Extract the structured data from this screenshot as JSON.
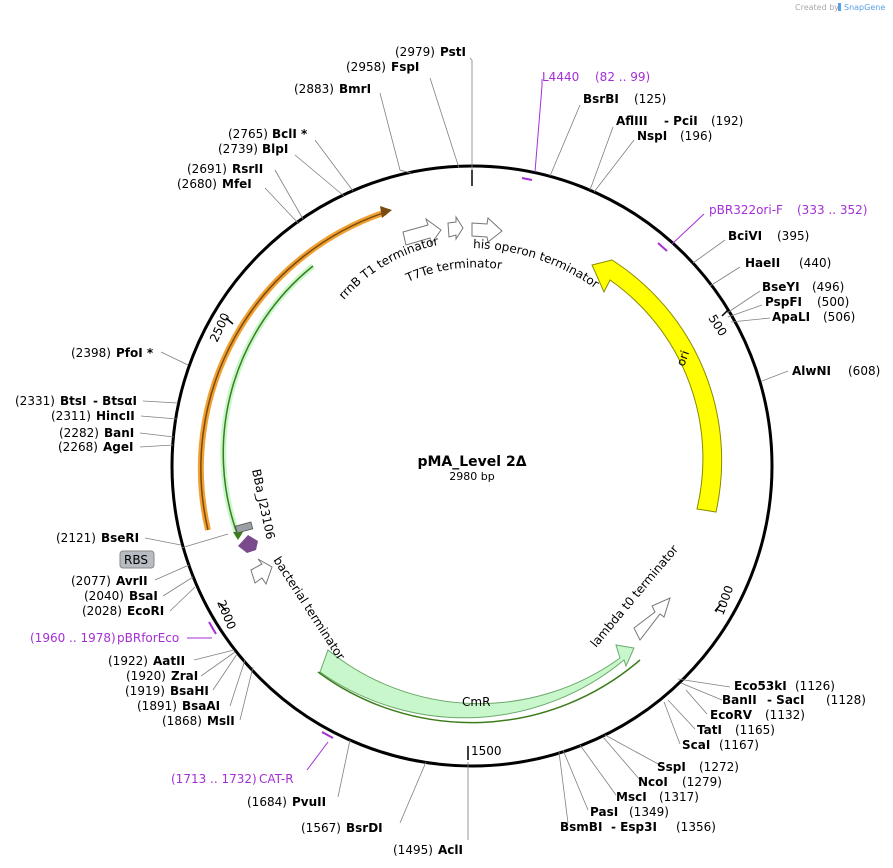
{
  "credit": {
    "prefix": "Created by",
    "brand": "SnapGene"
  },
  "plasmid": {
    "name": "pMA_Level 2Δ",
    "length_label": "2980 bp"
  },
  "ticks": [
    {
      "label": "500"
    },
    {
      "label": "1000"
    },
    {
      "label": "1500"
    },
    {
      "label": "2000"
    },
    {
      "label": "2500"
    }
  ],
  "features": {
    "ori": "ori",
    "cmr": "CmR",
    "rrnb": "rrnB T1 terminator",
    "t7te": "T7Te terminator",
    "his": "his operon terminator",
    "lambda": "lambda t0 terminator",
    "bact": "bacterial terminator",
    "bba": "BBa_J23106",
    "rbs": "RBS"
  },
  "primers": [
    {
      "name": "L4440",
      "range": "(82 .. 99)"
    },
    {
      "name": "pBR322ori-F",
      "range": "(333 .. 352)"
    },
    {
      "name": "pBRforEco",
      "range": "(1960 .. 1978)"
    },
    {
      "name": "CAT-R",
      "range": "(1713 .. 1732)"
    }
  ],
  "enzymes": [
    {
      "name": "PstI",
      "pos": "(2979)"
    },
    {
      "name": "FspI",
      "pos": "(2958)"
    },
    {
      "name": "BmrI",
      "pos": "(2883)"
    },
    {
      "name": "BclI *",
      "pos": "(2765)"
    },
    {
      "name": "BlpI",
      "pos": "(2739)"
    },
    {
      "name": "RsrII",
      "pos": "(2691)"
    },
    {
      "name": "MfeI",
      "pos": "(2680)"
    },
    {
      "name": "BsrBI",
      "pos": "(125)"
    },
    {
      "name": "AflIII",
      "name2": "PciI",
      "pos": "(192)"
    },
    {
      "name": "NspI",
      "pos": "(196)"
    },
    {
      "name": "BciVI",
      "pos": "(395)"
    },
    {
      "name": "HaeII",
      "pos": "(440)"
    },
    {
      "name": "BseYI",
      "pos": "(496)"
    },
    {
      "name": "PspFI",
      "pos": "(500)"
    },
    {
      "name": "ApaLI",
      "pos": "(506)"
    },
    {
      "name": "AlwNI",
      "pos": "(608)"
    },
    {
      "name": "PfoI *",
      "pos": "(2398)"
    },
    {
      "name": "BtsI",
      "name2": "BtsαI",
      "pos": "(2331)"
    },
    {
      "name": "HincII",
      "pos": "(2311)"
    },
    {
      "name": "BanI",
      "pos": "(2282)"
    },
    {
      "name": "AgeI",
      "pos": "(2268)"
    },
    {
      "name": "BseRI",
      "pos": "(2121)"
    },
    {
      "name": "AvrII",
      "pos": "(2077)"
    },
    {
      "name": "BsaI",
      "pos": "(2040)"
    },
    {
      "name": "EcoRI",
      "pos": "(2028)"
    },
    {
      "name": "AatII",
      "pos": "(1922)"
    },
    {
      "name": "ZraI",
      "pos": "(1920)"
    },
    {
      "name": "BsaHI",
      "pos": "(1919)"
    },
    {
      "name": "BsaAI",
      "pos": "(1891)"
    },
    {
      "name": "MslI",
      "pos": "(1868)"
    },
    {
      "name": "PvuII",
      "pos": "(1684)"
    },
    {
      "name": "BsrDI",
      "pos": "(1567)"
    },
    {
      "name": "AclI",
      "pos": "(1495)"
    },
    {
      "name": "Eco53kI",
      "pos": "(1126)"
    },
    {
      "name": "BanII",
      "name2": "SacI",
      "pos": "(1128)"
    },
    {
      "name": "EcoRV",
      "pos": "(1132)"
    },
    {
      "name": "TatI",
      "pos": "(1165)"
    },
    {
      "name": "ScaI",
      "pos": "(1167)"
    },
    {
      "name": "SspI",
      "pos": "(1272)"
    },
    {
      "name": "NcoI",
      "pos": "(1279)"
    },
    {
      "name": "MscI",
      "pos": "(1317)"
    },
    {
      "name": "PasI",
      "pos": "(1349)"
    },
    {
      "name": "BsmBI",
      "name2": "Esp3I",
      "pos": "(1356)"
    }
  ],
  "colors": {
    "ori": "#ffff00",
    "cmr": "#c9f7cc",
    "primer": "#a42fd6",
    "orange": "#f0a030",
    "green": "#3a7d1a",
    "rbs": "#b7bcc2",
    "promoter": "#7a4b8c"
  }
}
